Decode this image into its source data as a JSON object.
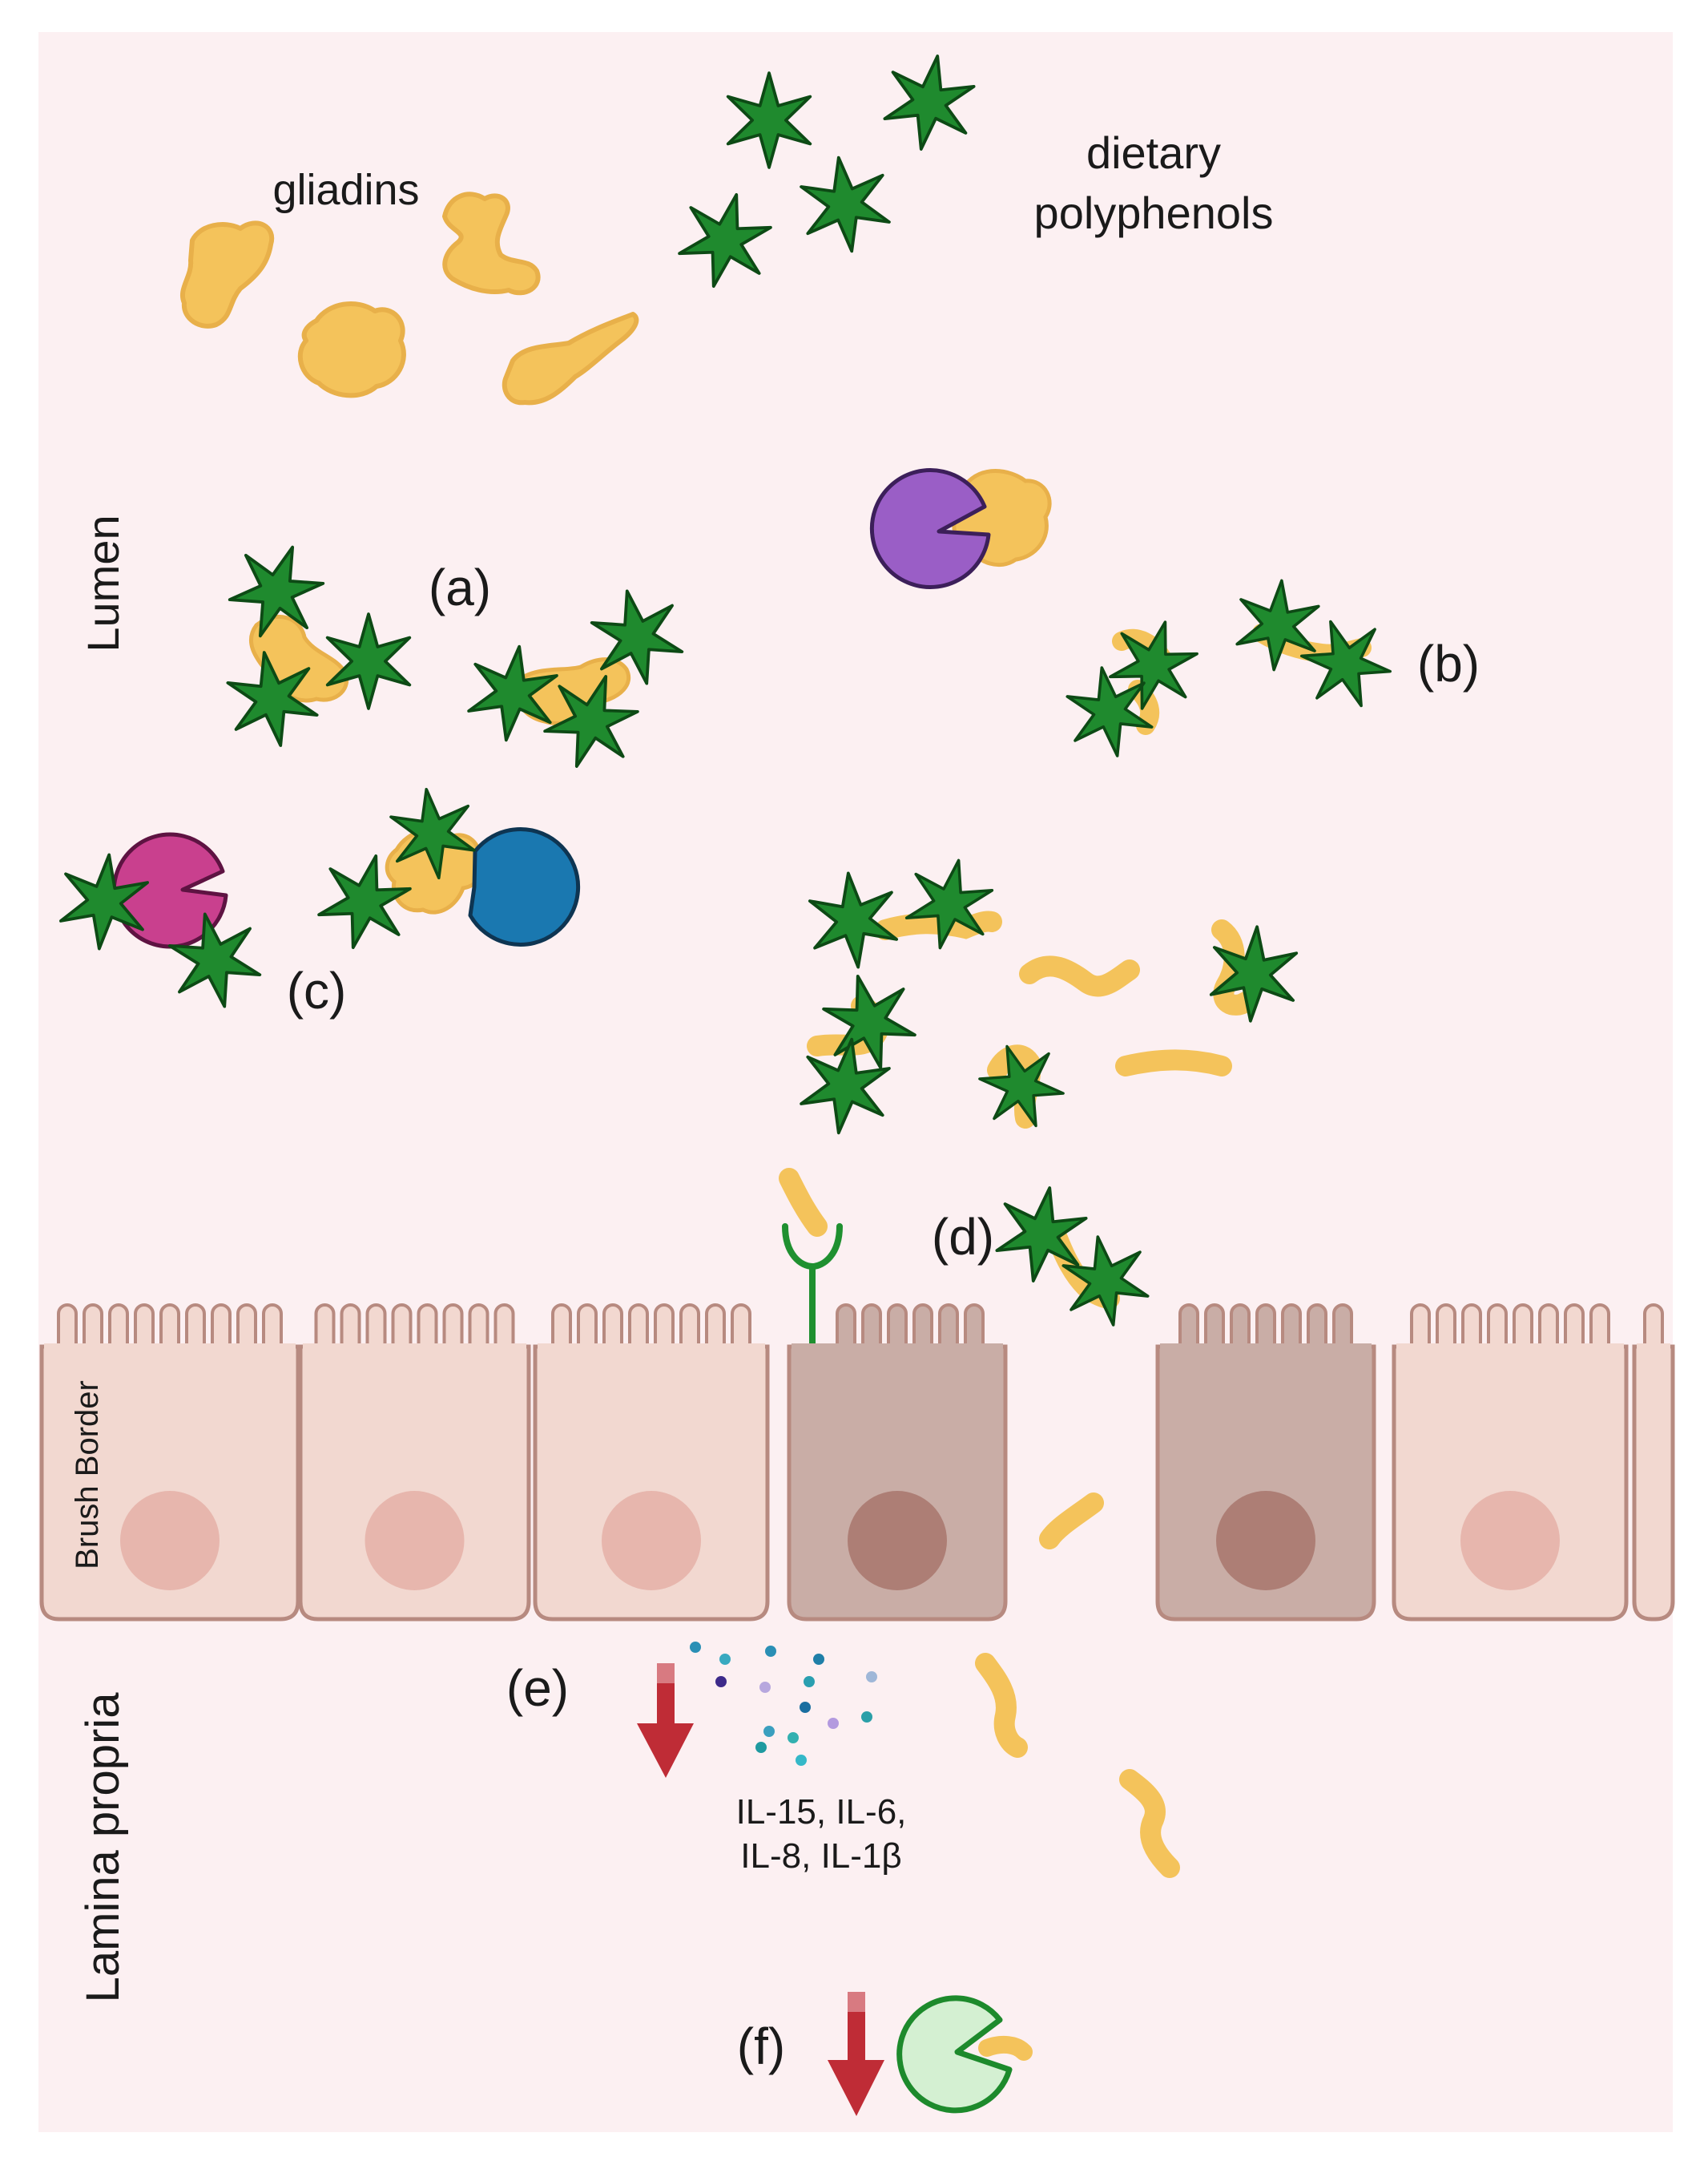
{
  "labels": {
    "gliadins": "gliadins",
    "dietary_1": "dietary",
    "dietary_2": "polyphenols",
    "lumen": "Lumen",
    "brush_border": "Brush Border",
    "lamina_propria": "Lamina propria",
    "a": "(a)",
    "b": "(b)",
    "c": "(c)",
    "d": "(d)",
    "e": "(e)",
    "f": "(f)",
    "cytokines_1": "IL-15, IL-6,",
    "cytokines_2": "IL-8, IL-1β"
  },
  "colors": {
    "background": "#fcf0f2",
    "gliadin": "#f4c35b",
    "gliadin_edge": "#e8b04a",
    "polyphenol": "#1f8a2e",
    "polyphenol_edge": "#0d4a15",
    "enzyme_purple": "#9a5ec6",
    "enzyme_magenta": "#c9408e",
    "enzyme_blue": "#1a78b0",
    "enzyme_green_light": "#d4f0d2",
    "cell_fill": "#f2d8d0",
    "cell_dark_fill": "#c9ada6",
    "cell_outline": "#b78a80",
    "nucleus": "#e5b3a8",
    "nucleus_dark": "#a8766c",
    "arrow_red": "#bf2c36",
    "receptor": "#1f9030"
  },
  "icons": {
    "polyphenol": "star-icon",
    "enzyme": "pacman-icon",
    "gliadin": "blob-icon",
    "receptor": "y-receptor-icon",
    "down_arrow": "arrow-down-icon"
  }
}
